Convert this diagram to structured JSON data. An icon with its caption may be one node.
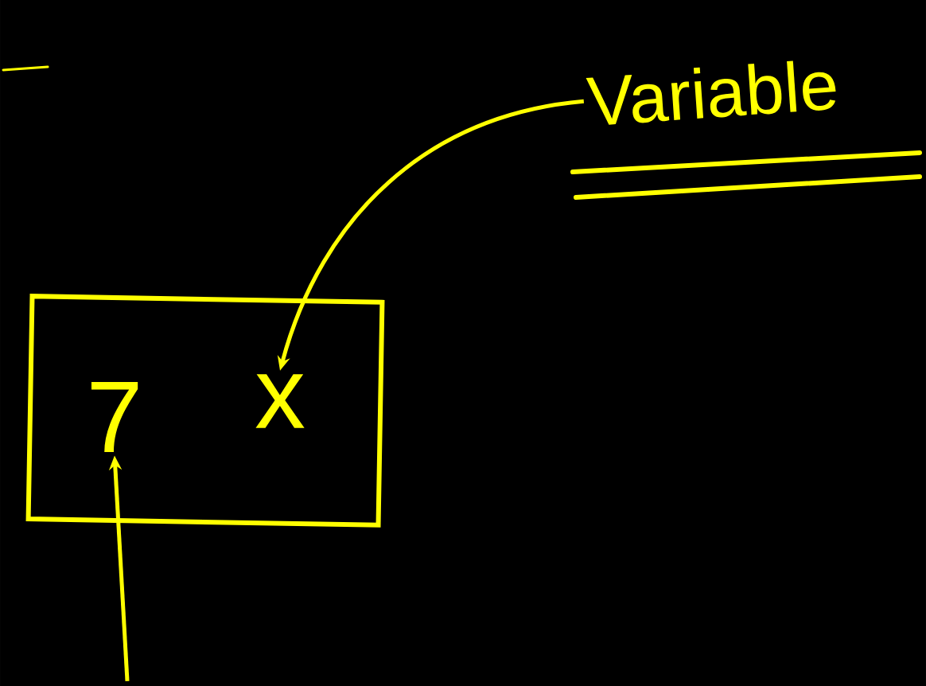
{
  "diagram": {
    "nodes": [
      {
        "text": [],
        "shape": "box"
      },
      {
        "text": [
          "7"
        ],
        "in": 0
      },
      {
        "text": [
          "x"
        ],
        "in": 0
      },
      {
        "text": [
          "Variable"
        ]
      }
    ],
    "edges": [
      {
        "from": 3,
        "to": 2,
        "arrow": "to"
      },
      {
        "from": null,
        "to": 1,
        "arrow": "to"
      }
    ]
  }
}
